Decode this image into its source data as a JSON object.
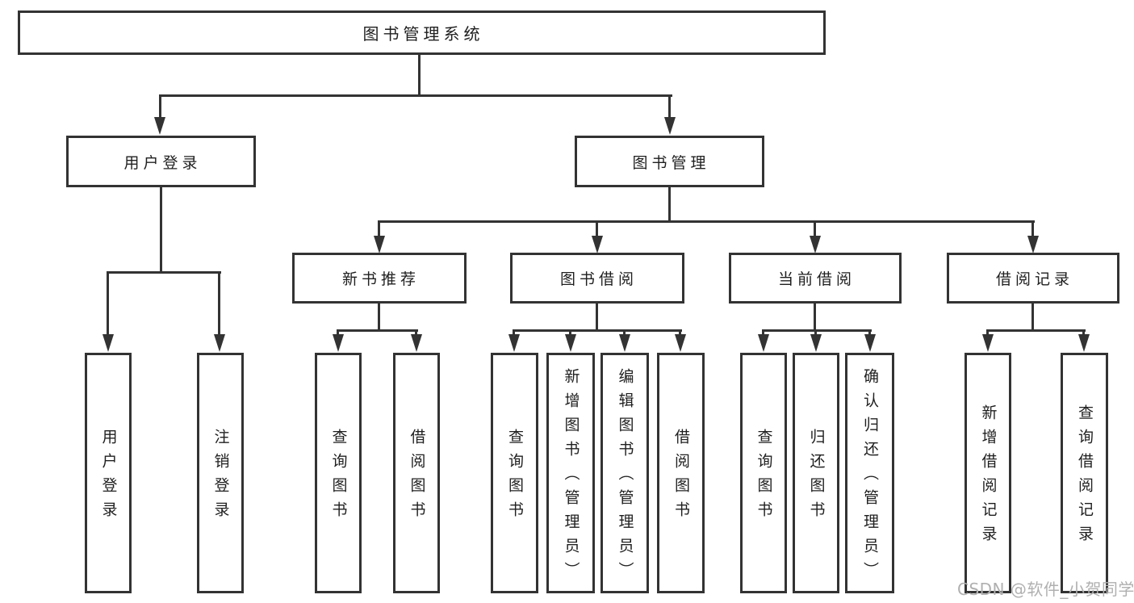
{
  "diagram": {
    "type": "tree",
    "root": {
      "label": "图书管理系统",
      "children": [
        {
          "label": "用户登录",
          "children": [
            {
              "label": "用户登录"
            },
            {
              "label": "注销登录"
            }
          ]
        },
        {
          "label": "图书管理",
          "children": [
            {
              "label": "新书推荐",
              "children": [
                {
                  "label": "查询图书"
                },
                {
                  "label": "借阅图书"
                }
              ]
            },
            {
              "label": "图书借阅",
              "children": [
                {
                  "label": "查询图书"
                },
                {
                  "label": "新增图书（管理员）"
                },
                {
                  "label": "编辑图书（管理员）"
                },
                {
                  "label": "借阅图书"
                }
              ]
            },
            {
              "label": "当前借阅",
              "children": [
                {
                  "label": "查询图书"
                },
                {
                  "label": "归还图书"
                },
                {
                  "label": "确认归还（管理员）"
                }
              ]
            },
            {
              "label": "借阅记录",
              "children": [
                {
                  "label": "新增借阅记录"
                },
                {
                  "label": "查询借阅记录"
                }
              ]
            }
          ]
        }
      ]
    }
  },
  "watermark": {
    "text": "CSDN @软件_小贺同学",
    "color": "#b0b0b0"
  },
  "colors": {
    "line": "#333333",
    "text": "#1f1f1f",
    "background": "#ffffff"
  }
}
